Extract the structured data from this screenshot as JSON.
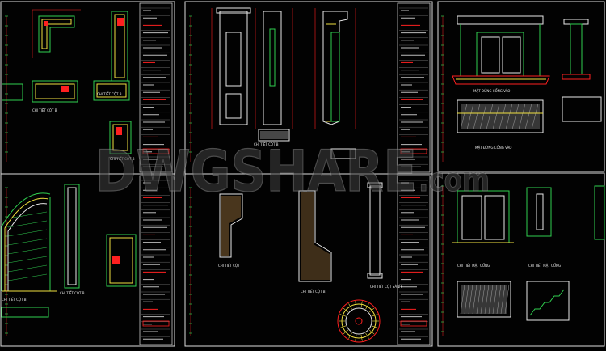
{
  "watermark": {
    "brand": "DWGSHARE",
    "domain": ".com"
  },
  "sheets": [
    {
      "labels": [
        "CHI TIẾT CỘT B",
        "CHI TIẾT CỘT B",
        "CHI TIẾT CỘT B"
      ]
    },
    {
      "labels": [
        "CHI TIẾT CỘT B",
        "CHI TIẾT CỘT B"
      ]
    },
    {
      "labels": [
        "CHI TIẾT CỘT SÂNH"
      ]
    },
    {
      "labels": [
        "CHI TIẾT CỘT",
        "CHI TIẾT CỘT B",
        "CHI TIẾT CỘT B"
      ]
    },
    {
      "labels": [
        "MẶT ĐỨNG CỔNG VÀO",
        "MẶT ĐỨNG CỔNG VÀO"
      ]
    },
    {
      "labels": [
        "CHI TIẾT MẶT CỔNG",
        "CHI TIẾT MẶT CỔNG"
      ]
    }
  ],
  "colors": {
    "frame": "#e8e8e8",
    "red": "#ff2020",
    "yellow": "#f0e040",
    "cyan": "#20e0e0",
    "green": "#30d050",
    "white": "#ffffff",
    "magenta": "#e040e0"
  }
}
